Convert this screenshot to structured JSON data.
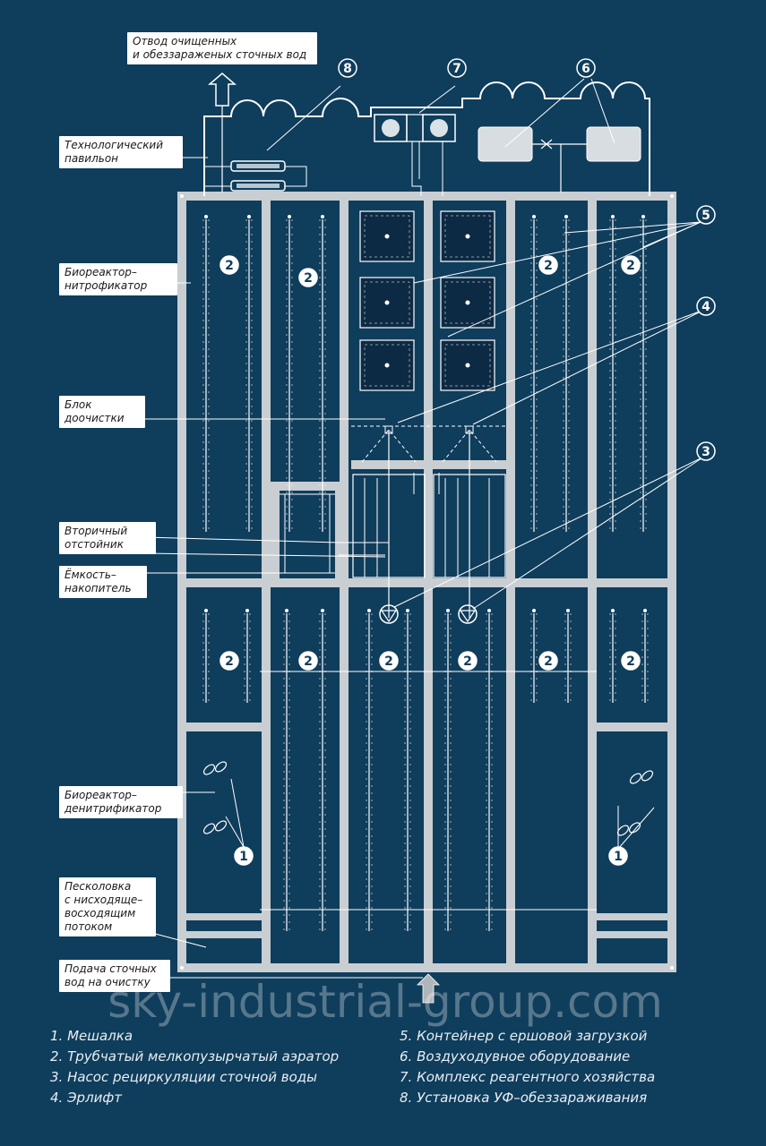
{
  "labels": {
    "outflow": "Отвод очищенных\nи обеззараженых сточных вод",
    "pavilion": "Технологический\nпавильон",
    "nitrifier": "Биореактор–\nнитрофикатор",
    "post_treatment": "Блок\nдоочистки",
    "secondary_clarifier": "Вторичный\nотстойник",
    "storage_tank": "Ёмкость–\nнакопитель",
    "denitrifier": "Биореактор–\nденитрификатор",
    "sand_trap": "Песколовка\nс нисходяще–\nвосходящим\nпотоком",
    "inflow": "Подача сточных\nвод на очистку"
  },
  "callouts": {
    "n1": "1",
    "n2": "2",
    "n3": "3",
    "n4": "4",
    "n5": "5",
    "n6": "6",
    "n7": "7",
    "n8": "8"
  },
  "legend": {
    "left": [
      "1. Мешалка",
      "2. Трубчатый мелкопузырчатый аэратор",
      "3. Насос рециркуляции сточной воды",
      "4. Эрлифт"
    ],
    "right": [
      "5. Контейнер с ершовой загрузкой",
      "6. Воздуходувное оборудование",
      "7. Комплекс реагентного хозяйства",
      "8. Установка УФ–обеззараживания"
    ]
  },
  "watermark": "sky-industrial-group.com",
  "colors": {
    "background": "#0f3d5c",
    "wall": "#c9ced2",
    "line": "#ffffff",
    "dark_box": "#0d2a44"
  }
}
